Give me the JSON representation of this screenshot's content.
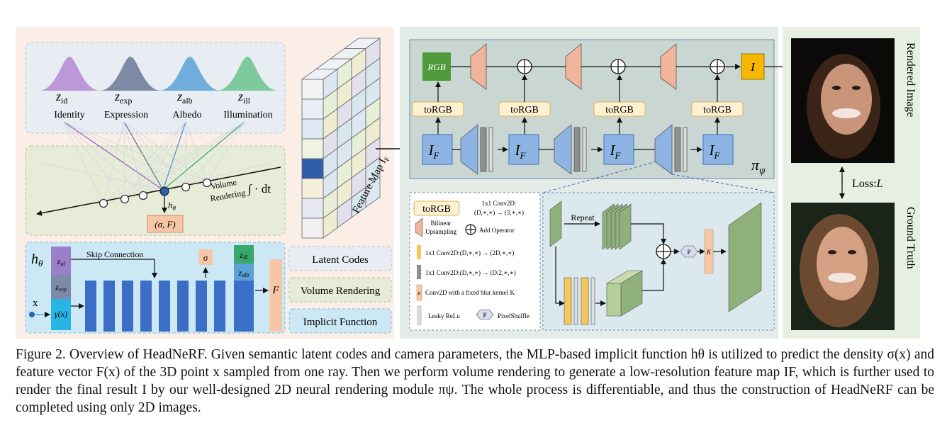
{
  "figure": {
    "latent_codes": [
      {
        "symbol": "z",
        "sub": "id",
        "name": "Identity",
        "color": "#9b59b6"
      },
      {
        "symbol": "z",
        "sub": "exp",
        "name": "Expression",
        "color": "#5a6a8c"
      },
      {
        "symbol": "z",
        "sub": "alb",
        "name": "Albedo",
        "color": "#3d8ec9"
      },
      {
        "symbol": "z",
        "sub": "ill",
        "name": "Illumination",
        "color": "#3aa86a"
      }
    ],
    "volume_rendering_label_1": "Volume",
    "volume_rendering_label_2": "Rendering",
    "integral_label": "∫ · dt",
    "h_theta": "h",
    "h_theta_sub": "θ",
    "sigma_F": "(σ, F)",
    "feature_map_label": "Feature Map I",
    "feature_map_sub": "F",
    "mlp": {
      "h_label": "h",
      "h_sub": "θ",
      "z_id": "z",
      "z_id_sub": "id",
      "z_exp": "z",
      "z_exp_sub": "exp",
      "gamma_x": "γ(x)",
      "x_label": "x",
      "skip_connection": "Skip Connection",
      "sigma": "σ",
      "z_ill": "z",
      "z_ill_sub": "ill",
      "z_alb": "z",
      "z_alb_sub": "alb",
      "F": "F"
    },
    "legend_left": [
      "Latent Codes",
      "Volume Rendering",
      "Implicit Function"
    ],
    "renderer": {
      "rgb": "RGB",
      "to_rgb": "toRGB",
      "i_f": "I",
      "i_f_sub": "F",
      "out": "I",
      "pi": "π",
      "pi_sub": "ψ"
    },
    "legend_right": {
      "torgb": "toRGB",
      "torgb_desc_1": "1x1 Conv2D:",
      "torgb_desc_2": "(D,∗,∗) → (3,∗,∗)",
      "bilinear_1": "Bilinear",
      "bilinear_2": "Upsampling",
      "add_op": "Add Operator",
      "conv_2d": "1x1 Conv2D:(D,∗,∗) → (2D,∗,∗)",
      "conv_half": "1x1 Conv2D:(D,∗,∗) → (D/2,∗,∗)",
      "blur": "Conv2D with a fixed blur kernel K",
      "leaky": "Leaky ReLu",
      "pixel_shuffle": "PixelShuffle",
      "p_label": "P",
      "k_label": "K",
      "repeat": "Repeat"
    },
    "rendered_image": "Rendered Image",
    "ground_truth": "Ground Truth",
    "loss": "Loss:",
    "loss_var": "L"
  },
  "caption": {
    "text": "Figure 2. Overview of HeadNeRF. Given semantic latent codes and camera parameters, the MLP-based implicit function hθ is utilized to predict the density σ(x) and feature vector F(x) of the 3D point x sampled from one ray. Then we perform volume rendering to generate a low-resolution feature map IF, which is further used to render the final result I by our well-designed 2D neural rendering module πψ. The whole process is differentiable, and thus the construction of HeadNeRF can be completed using only 2D images."
  },
  "colors": {
    "left_bg": "#fbeee6",
    "mid_bg": "#e3ece6",
    "right_bg": "#e6efe2",
    "if_box": "#8db4e2",
    "mlp_blue": "#3b6fc7",
    "orange": "#f4c07a",
    "torgb_fill": "#fdf1d2",
    "output_I": "#f6b700",
    "green_rgb": "#4f9a3a",
    "salmon": "#f0b59a"
  }
}
